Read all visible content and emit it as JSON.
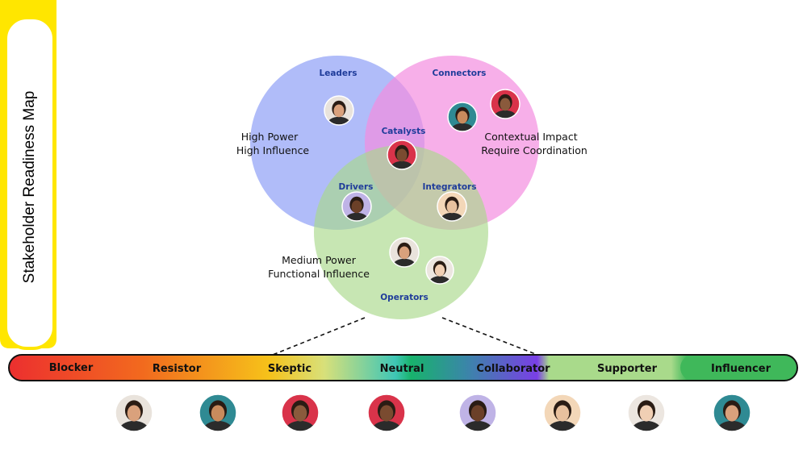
{
  "title": "Stakeholder Readiness Map",
  "venn": {
    "circles": [
      {
        "name": "Leaders",
        "color": "#8f9ff7"
      },
      {
        "name": "Connectors",
        "color": "#f48de0"
      },
      {
        "name": "Operators",
        "color": "#a9d98b"
      }
    ],
    "labels": {
      "leaders": "Leaders",
      "connectors": "Connectors",
      "catalysts": "Catalysts",
      "drivers": "Drivers",
      "integrators": "Integrators",
      "operators": "Operators"
    },
    "descriptions": {
      "leaders_line1": "High Power",
      "leaders_line2": "High Influence",
      "connectors_line1": "Contextual Impact",
      "connectors_line2": "Require Coordination",
      "operators_line1": "Medium Power",
      "operators_line2": "Functional Influence"
    }
  },
  "spectrum": {
    "segments": [
      {
        "label": "Blocker",
        "color": "#ec2f2f"
      },
      {
        "label": "Resistor",
        "color": "#f26a1e"
      },
      {
        "label": "Skeptic",
        "color": "#f6c21a"
      },
      {
        "label": "Neutral",
        "color": "#3fc6b6"
      },
      {
        "label": "Collaborator",
        "color": "#7a3fe6"
      },
      {
        "label": "Supporter",
        "color": "#a9da8b"
      },
      {
        "label": "Influencer",
        "color": "#3fb85a"
      }
    ]
  },
  "avatars": {
    "skin": [
      "#d9a17c",
      "#c98b5d",
      "#8a5a3c",
      "#7a4b30",
      "#6b4028",
      "#e8c19e",
      "#f0cfb4",
      "#d9a17c"
    ],
    "background": [
      "#e9e3dc",
      "#2f8a93",
      "#d9334a",
      "#d9334a",
      "#bfb3e6",
      "#f3d7b8",
      "#ece6e0",
      "#2f8a93"
    ]
  }
}
